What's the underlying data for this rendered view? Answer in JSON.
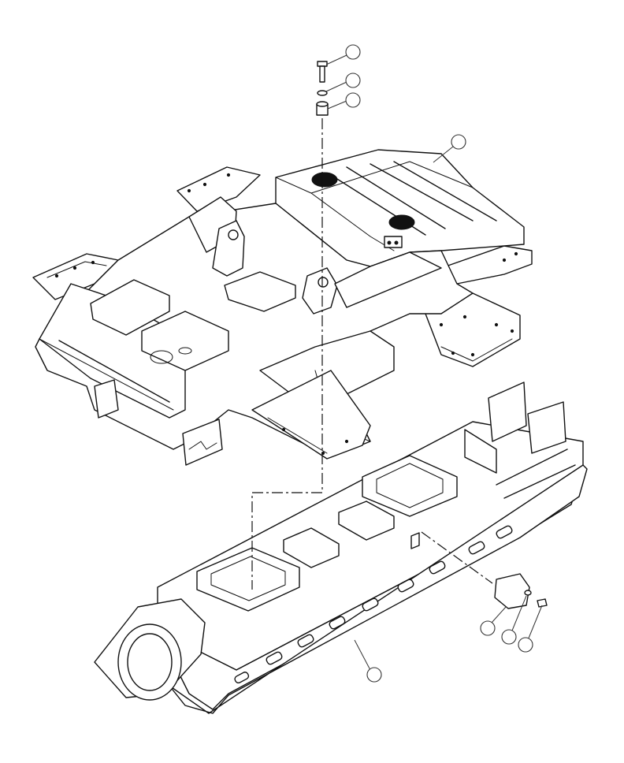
{
  "diagram": {
    "type": "exploded-parts-view",
    "line_color": "#111111",
    "background": "#ffffff",
    "callouts": [
      {
        "id": "bolt",
        "label": ""
      },
      {
        "id": "washer",
        "label": ""
      },
      {
        "id": "spacer",
        "label": ""
      },
      {
        "id": "upper-frame",
        "label": ""
      },
      {
        "id": "track-frame",
        "label": ""
      },
      {
        "id": "cover-plate",
        "label": ""
      },
      {
        "id": "plate-washer",
        "label": ""
      },
      {
        "id": "plate-bolt",
        "label": ""
      }
    ]
  }
}
